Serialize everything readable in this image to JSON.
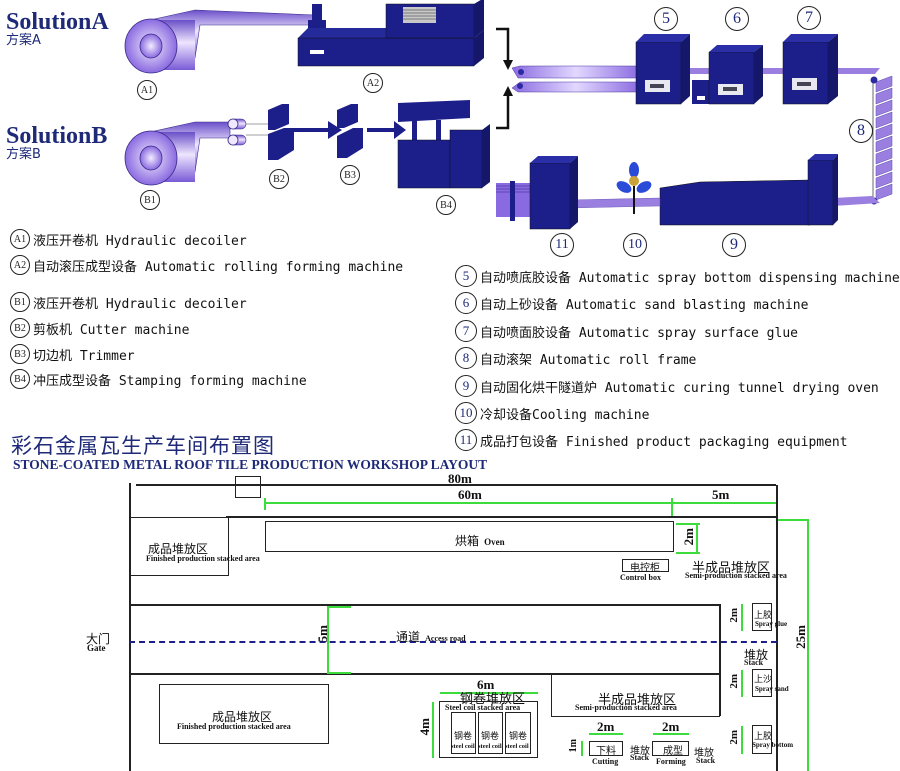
{
  "solutions": {
    "a": {
      "title": "SolutionA",
      "subtitle": "方案A"
    },
    "b": {
      "title": "SolutionB",
      "subtitle": "方案B"
    }
  },
  "machine_tags": {
    "a1": "A1",
    "a2": "A2",
    "b1": "B1",
    "b2": "B2",
    "b3": "B3",
    "b4": "B4",
    "n5": "5",
    "n6": "6",
    "n7": "7",
    "n8": "8",
    "n9": "9",
    "n10": "10",
    "n11": "11"
  },
  "legend_left": [
    {
      "tag": "A1",
      "text": "液压开卷机 Hydraulic decoiler"
    },
    {
      "tag": "A2",
      "text": "自动滚压成型设备 Automatic rolling forming machine"
    },
    {
      "tag": "B1",
      "text": "液压开卷机 Hydraulic decoiler"
    },
    {
      "tag": "B2",
      "text": "剪板机 Cutter machine"
    },
    {
      "tag": "B3",
      "text": "切边机 Trimmer"
    },
    {
      "tag": "B4",
      "text": "冲压成型设备 Stamping forming machine"
    }
  ],
  "legend_right": [
    {
      "tag": "5",
      "text": "自动喷底胶设备 Automatic spray bottom dispensing machine"
    },
    {
      "tag": "6",
      "text": "自动上砂设备 Automatic sand blasting machine"
    },
    {
      "tag": "7",
      "text": "自动喷面胶设备 Automatic spray surface glue"
    },
    {
      "tag": "8",
      "text": "自动滚架 Automatic roll frame"
    },
    {
      "tag": "9",
      "text": "自动固化烘干隧道炉 Automatic curing tunnel drying oven"
    },
    {
      "tag": "10",
      "text": "冷却设备Cooling machine"
    },
    {
      "tag": "11",
      "text": "成品打包设备 Finished product packaging equipment"
    }
  ],
  "workshop": {
    "title_cn": "彩石金属瓦生产车间布置图",
    "title_en": "STONE-COATED METAL ROOF TILE PRODUCTION WORKSHOP LAYOUT",
    "dims": {
      "total_length": "80m",
      "oven_length": "60m",
      "end_gap": "5m",
      "oven_width": "2m",
      "road_width": "5m",
      "total_width": "25m",
      "coil_area_length": "6m",
      "coil_area_width": "4m",
      "cutting_length": "2m",
      "cutting_width": "1m",
      "forming_length": "2m",
      "spray_glue": "2m",
      "spray_sand": "2m",
      "spray_bottom": "2m"
    },
    "finished_top": {
      "cn": "成品堆放区",
      "en": "Finished production stacked area"
    },
    "oven": {
      "cn": "烘箱",
      "en": "Oven"
    },
    "control_box": {
      "cn": "电控柜",
      "en": "Control box"
    },
    "semi_top": {
      "cn": "半成品堆放区",
      "en": "Semi-production stacked area"
    },
    "gate": {
      "cn": "大门",
      "en": "Gate"
    },
    "road": {
      "cn": "通道",
      "en": "Access road"
    },
    "spray_glue": {
      "cn": "上胶",
      "en": "Spray glue"
    },
    "stack_mid": {
      "cn": "堆放",
      "en": "Stack"
    },
    "spray_sand": {
      "cn": "上沙",
      "en": "Spray sand"
    },
    "spray_bottom": {
      "cn": "上胶",
      "en": "Spray bottom"
    },
    "finished_bottom": {
      "cn": "成品堆放区",
      "en": "Finished production stacked area"
    },
    "coil_area": {
      "cn": "钢卷堆放区",
      "en": "Steel coil stacked area",
      "coil_cn": "钢卷",
      "coil_en": "steel coil"
    },
    "semi_bottom": {
      "cn": "半成品堆放区",
      "en": "Semi-production stacked area"
    },
    "cutting": {
      "cn": "下料",
      "en": "Cutting"
    },
    "stack1": {
      "cn": "堆放",
      "en": "Stack"
    },
    "forming": {
      "cn": "成型",
      "en": "Forming"
    },
    "stack2": {
      "cn": "堆放",
      "en": "Stack"
    }
  },
  "colors": {
    "machine": "#1c1f8a",
    "roll": "#9a7fe0",
    "accent_text": "#1e2a78",
    "dimension": "#3ddc3d"
  }
}
